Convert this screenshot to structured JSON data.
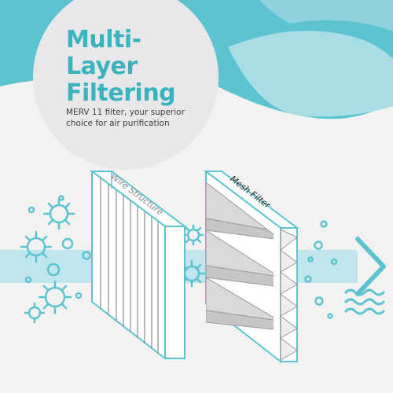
{
  "headline": {
    "line1": "Multi-",
    "line2": "Layer",
    "line3": "Filtering"
  },
  "subheadline": {
    "line1": "MERV 11 filter, your superior",
    "line2": "choice for air purification"
  },
  "filters": {
    "wire_structure_label": "Wire Structure",
    "mesh_filter_label": "Mesh Filter"
  },
  "colors": {
    "accent": "#3ab3bf",
    "wave_light": "#a8dde5",
    "airflow": "#bfe6ed",
    "text": "#3e3e3e",
    "background": "#f2f2f3"
  }
}
